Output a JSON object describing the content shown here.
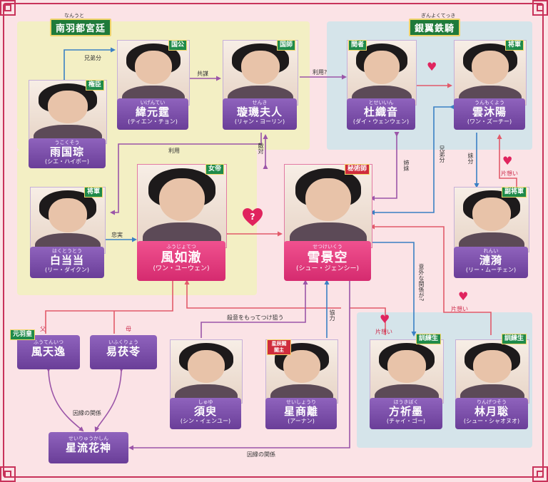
{
  "groups": {
    "nanwu": {
      "ruby": "なんうと",
      "title": "南羽都宮廷"
    },
    "yinyi": {
      "ruby": "ぎんよくてっき",
      "title": "銀翼鉄騎"
    }
  },
  "characters": {
    "weiyuanxuan": {
      "ruby": "いげんてい",
      "name": "緯元霆",
      "reading": "(ティエン・チョン)",
      "badge": "国公"
    },
    "xuanji": {
      "ruby": "せんき",
      "name": "璇璣夫人",
      "reading": "(リャン・ヨーリン)",
      "badge": "国師"
    },
    "yuguozong": {
      "ruby": "うこくそう",
      "name": "雨国琮",
      "reading": "(シエ・ハイボー)",
      "badge": "権臣"
    },
    "dujiyin": {
      "ruby": "とせいいん",
      "name": "杜織音",
      "reading": "(ダイ・ウェンウェン)",
      "badge": "間者"
    },
    "yunmuyang": {
      "ruby": "うんもくよう",
      "name": "雲沐陽",
      "reading": "(ワン・ズーチー)",
      "badge": "将軍"
    },
    "baidangdang": {
      "ruby": "はくとうとう",
      "name": "白当当",
      "reading": "(リー・ダイクン)",
      "badge": "将軍"
    },
    "fengruche": {
      "ruby": "ふうじょてつ",
      "name": "風如澈",
      "reading": "(ワン・ユーウェン)",
      "badge": "女帝"
    },
    "xuejingkong": {
      "ruby": "せつけいくう",
      "name": "雪景空",
      "reading": "(シュー・ジェンシー)",
      "badge": "秘術師"
    },
    "lianyi": {
      "ruby": "れんい",
      "name": "漣漪",
      "reading": "(リー・ムーチェン)",
      "badge": "副将軍"
    },
    "fengtianyi": {
      "ruby": "ふうてんいつ",
      "name": "風天逸",
      "badge": "元羽皇"
    },
    "yifuling": {
      "ruby": "いふくりょう",
      "name": "易茯苓"
    },
    "xuyu": {
      "ruby": "しゅゆ",
      "name": "須臾",
      "reading": "(シン・イェンユー)"
    },
    "xingshangli": {
      "ruby": "せいしょうり",
      "name": "星商離",
      "reading": "(アーナン)",
      "badge": "星辰閣閣主"
    },
    "fangqimo": {
      "ruby": "ほうきぼく",
      "name": "方祈墨",
      "reading": "(チャイ・ゴー)",
      "badge": "訓練生"
    },
    "linyuecong": {
      "ruby": "りんげつそう",
      "name": "林月聡",
      "reading": "(シュー・シャオヌオ)",
      "badge": "訓練生"
    },
    "xingliuhuashen": {
      "ruby": "せいりゅうかしん",
      "name": "星流花神"
    }
  },
  "relations": {
    "brothers1": "兄弟分",
    "kyobo": "共謀",
    "riyou_q": "利用?",
    "riyou": "利用",
    "tekitai": "敵対",
    "chujitsu": "忠実",
    "shimai": "姉妹",
    "kyodai2": "兄弟分",
    "imouto": "妹分",
    "kataomoi": "片想い",
    "igai": "意外な関係が?",
    "satsui": "殺意をもってつけ狙う",
    "kyoryoku": "協力",
    "chichi": "父",
    "haha": "母",
    "inen": "因縁の関係"
  },
  "symbols": {
    "question": "?"
  },
  "colors": {
    "purple": "#9b55a8",
    "blue": "#3a80c4",
    "red": "#e25a6a",
    "accent": "#d52b6f"
  }
}
